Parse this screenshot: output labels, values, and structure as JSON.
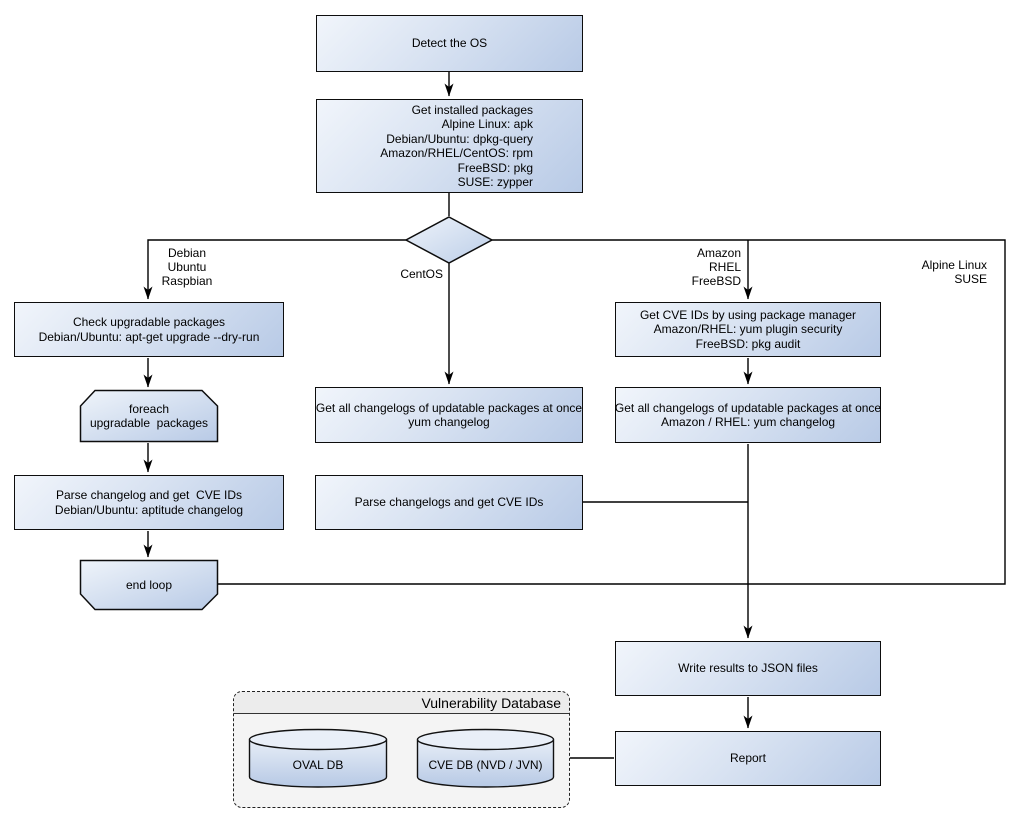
{
  "colors": {
    "node_gradient_start": "#f1f5fb",
    "node_gradient_end": "#b8cae6",
    "node_border": "#0d0d0d",
    "connector": "#000000",
    "container_bg": "#f4f4f4"
  },
  "nodes": {
    "detect_os": {
      "label": "Detect the OS"
    },
    "get_installed_packages": {
      "lines": [
        "Get installed packages",
        "Alpine Linux: apk",
        "Debian/Ubuntu: dpkg-query",
        "Amazon/RHEL/CentOS: rpm",
        "FreeBSD: pkg",
        "SUSE: zypper"
      ]
    },
    "check_upgradable": {
      "lines": [
        "Check upgradable packages",
        "Debian/Ubuntu: apt-get upgrade --dry-run"
      ]
    },
    "foreach_loop": {
      "lines": [
        "foreach",
        "upgradable  packages"
      ]
    },
    "parse_changelog_debian": {
      "lines": [
        "Parse changelog and get  CVE IDs",
        "Debian/Ubuntu: aptitude changelog"
      ]
    },
    "end_loop": {
      "label": "end loop"
    },
    "get_changelogs_centos": {
      "lines": [
        "Get all changelogs of updatable packages at once",
        "yum changelog"
      ]
    },
    "parse_changelogs_centos": {
      "label": "Parse changelogs and get CVE IDs"
    },
    "get_cve_ids_pkg_manager": {
      "lines": [
        "Get CVE IDs by using package manager",
        "Amazon/RHEL: yum plugin security",
        "FreeBSD: pkg audit"
      ]
    },
    "get_changelogs_amazon": {
      "lines": [
        "Get all changelogs of updatable packages at once",
        "Amazon / RHEL: yum changelog"
      ]
    },
    "write_json": {
      "label": "Write results to JSON files"
    },
    "report": {
      "label": "Report"
    }
  },
  "branch_labels": {
    "debian": [
      "Debian",
      "Ubuntu",
      "Raspbian"
    ],
    "centos": "CentOS",
    "amazon": [
      "Amazon",
      "RHEL",
      "FreeBSD"
    ],
    "alpine": [
      "Alpine Linux",
      "SUSE"
    ]
  },
  "database": {
    "title": "Vulnerability Database",
    "oval_db": "OVAL DB",
    "cve_db": "CVE DB (NVD / JVN)"
  }
}
